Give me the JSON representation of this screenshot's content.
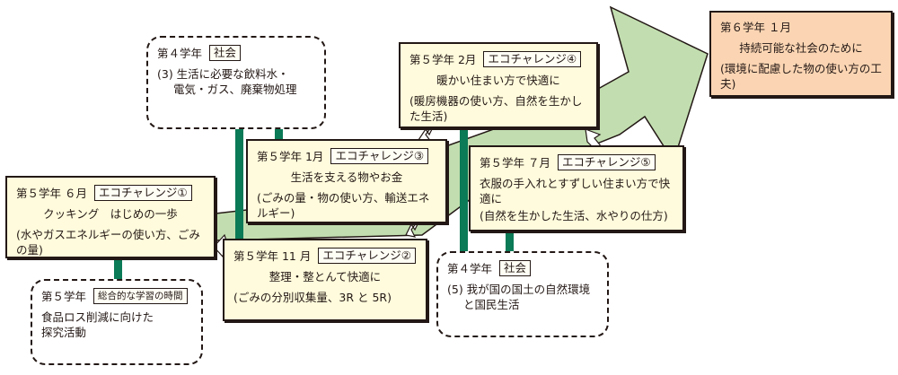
{
  "colors": {
    "arrow_fill": "#c2deb0",
    "pole": "#0b7a56",
    "box_fill": "#fffbdc",
    "final_fill": "#fbd5b3",
    "outline": "#231815"
  },
  "nodes": {
    "social4a": {
      "grade": "第４学年",
      "subject": "社会",
      "line1": "(3) 生活に必要な飲料水・",
      "line2": "電気・ガス、廃棄物処理"
    },
    "eco1": {
      "grade": "第５学年 ６月",
      "tag": "エコチャレンジ①",
      "title": "クッキング　はじめの一歩",
      "desc": "(水やガスエネルギーの使い方、ごみの量)"
    },
    "integrated": {
      "grade": "第５学年",
      "subject": "総合的な学習の時間",
      "line1": "食品ロス削減に向けた",
      "line2": "探究活動"
    },
    "eco2": {
      "grade": "第５学年 11 月",
      "tag": "エコチャレンジ②",
      "title": "整理・整とんて快適に",
      "desc": "(ごみの分別収集量、3R と 5R)"
    },
    "eco3": {
      "grade": "第５学年 1月",
      "tag": "エコチャレンジ③",
      "title": "生活を支える物やお金",
      "desc": "(ごみの量・物の使い方、輸送エネルギー)"
    },
    "eco4": {
      "grade": "第５学年 2月",
      "tag": "エコチャレンジ④",
      "title": "暖かい住まい方で快適に",
      "desc": "(暖房機器の使い方、自然を生かした生活)"
    },
    "eco5": {
      "grade": "第５学年 ７月",
      "tag": "エコチャレンジ⑤",
      "title": "衣服の手入れとすずしい住まい方で快適に",
      "desc": "(自然を生かした生活、水やりの仕方)"
    },
    "social4b": {
      "grade": "第４学年",
      "subject": "社会",
      "line1": "(5) 我が国の国土の自然環境",
      "line2": "と国民生活"
    },
    "final": {
      "grade": "第６学年 １月",
      "title": "持続可能な社会のために",
      "desc": "(環境に配慮した物の使い方の工夫)"
    }
  }
}
